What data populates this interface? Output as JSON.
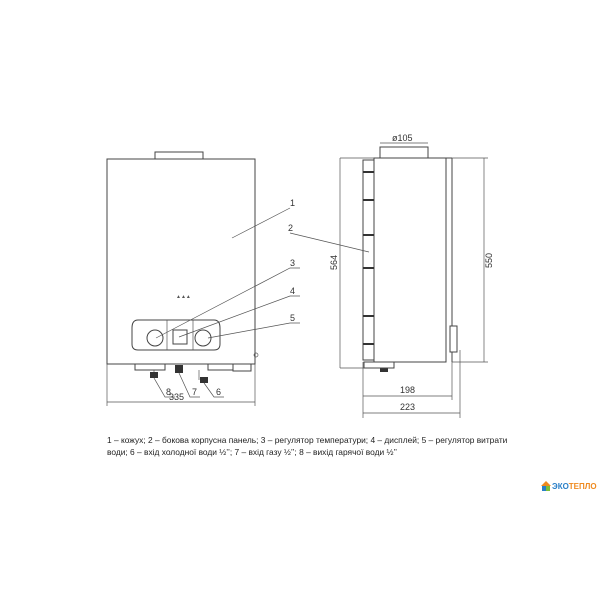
{
  "callouts": [
    "1",
    "2",
    "3",
    "4",
    "5",
    "6",
    "7",
    "8"
  ],
  "dimensions": {
    "front_width": "335",
    "flue_diameter": "ø105",
    "total_height": "564",
    "body_height": "550",
    "depth_body": "198",
    "depth_total": "223"
  },
  "caption": {
    "line1": "1 – кожух; 2 – бокова корпусна панель; 3 – регулятор температури; 4 – дисплей; 5 – регулятор витрати",
    "line2": "води; 6 – вхід холодної води ½’’; 7 – вхід газу ½’’; 8 – вихід гарячої води ½’’"
  },
  "logo": {
    "part1": "ЭКО",
    "part2": "ТЕПЛО",
    "icon": "house-icon",
    "colors": {
      "blue": "#2a7fc7",
      "orange": "#ef8a1f"
    }
  }
}
